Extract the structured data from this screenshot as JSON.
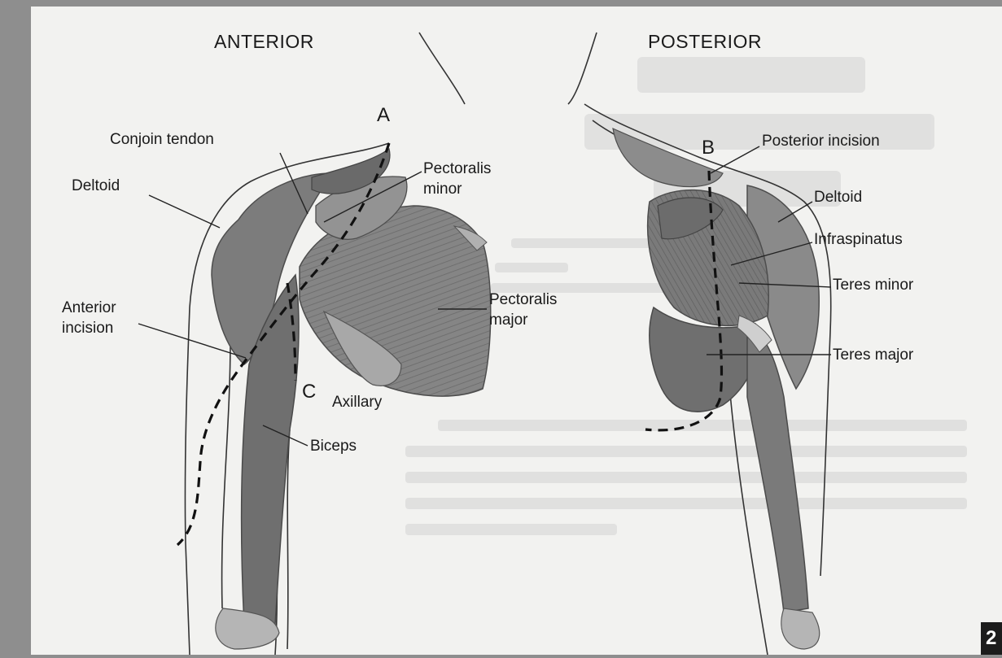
{
  "views": {
    "anterior": {
      "title": "ANTERIOR"
    },
    "posterior": {
      "title": "POSTERIOR"
    }
  },
  "incision_markers": {
    "a": "A",
    "b": "B",
    "c": "C"
  },
  "anterior_labels": {
    "conjoin_tendon": "Conjoin tendon",
    "deltoid": "Deltoid",
    "pectoralis_minor_1": "Pectoralis",
    "pectoralis_minor_2": "minor",
    "pectoralis_major_1": "Pectoralis",
    "pectoralis_major_2": "major",
    "anterior_incision_1": "Anterior",
    "anterior_incision_2": "incision",
    "axillary": "Axillary",
    "biceps": "Biceps"
  },
  "posterior_labels": {
    "posterior_incision": "Posterior incision",
    "deltoid": "Deltoid",
    "infraspinatus": "Infraspinatus",
    "teres_minor": "Teres minor",
    "teres_major": "Teres major"
  },
  "page_number": "2",
  "colors": {
    "muscle_dark": "#6e6e6e",
    "muscle_mid": "#8a8a8a",
    "muscle_light": "#a8a8a8",
    "page_bg": "#f2f2f0",
    "frame": "#8e8e8e"
  }
}
